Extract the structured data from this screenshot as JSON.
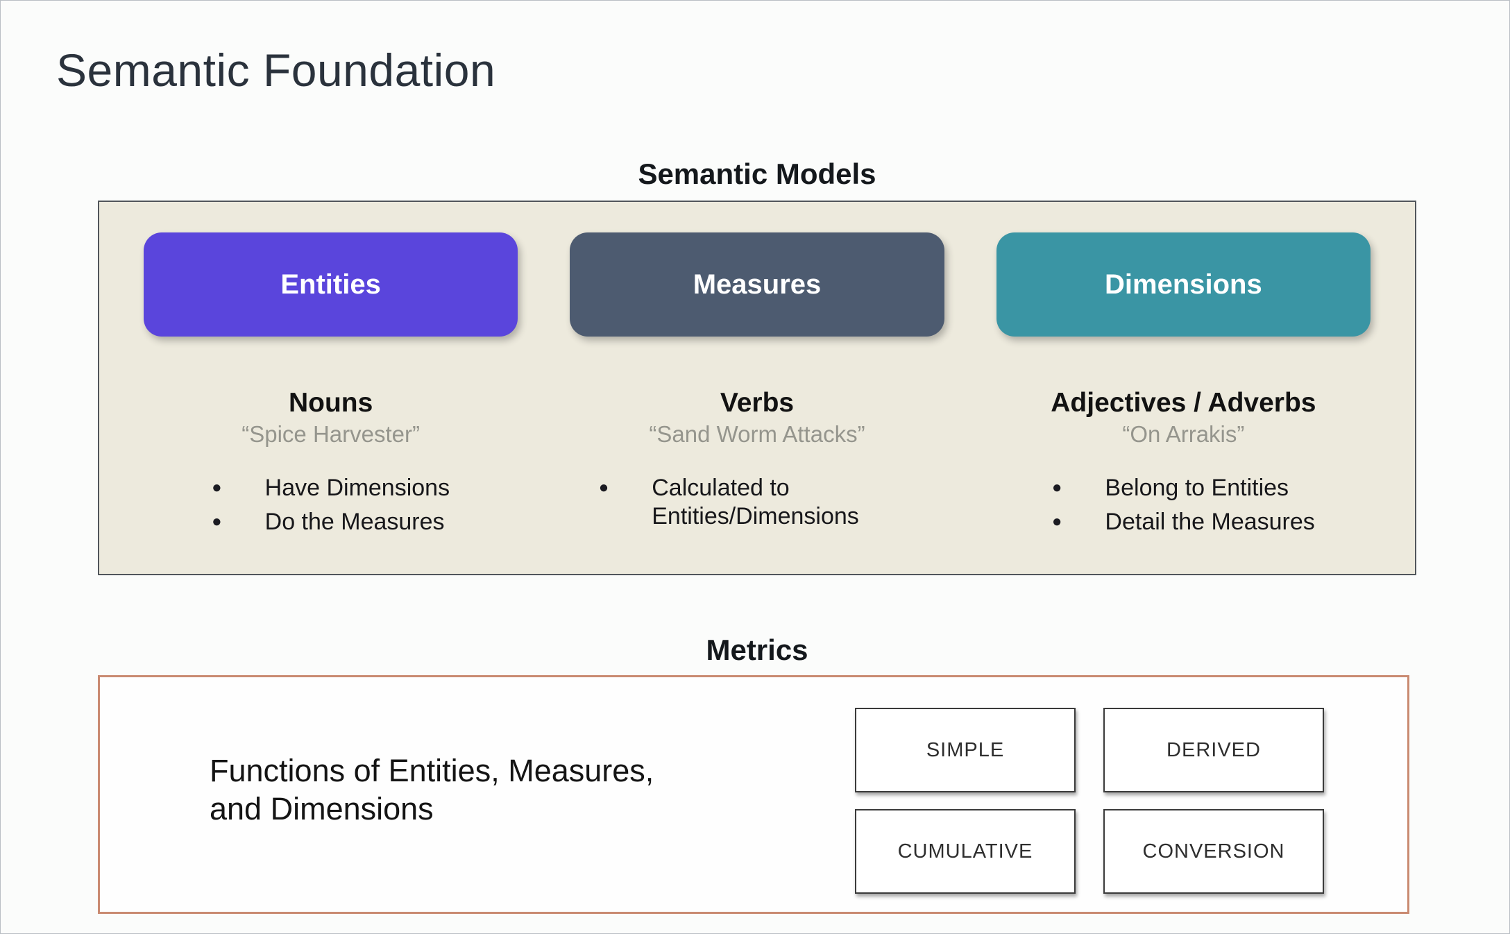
{
  "page": {
    "title": "Semantic Foundation"
  },
  "semantic_models": {
    "heading": "Semantic Models",
    "panel_bg": "#edeadd",
    "columns": [
      {
        "button": "Entities",
        "color": "#5a45dc",
        "role": "Nouns",
        "quote": "“Spice Harvester”",
        "bullets": [
          "Have Dimensions",
          "Do the Measures"
        ]
      },
      {
        "button": "Measures",
        "color": "#4d5b70",
        "role": "Verbs",
        "quote": "“Sand Worm Attacks”",
        "bullets": [
          "Calculated to Entities/Dimensions"
        ]
      },
      {
        "button": "Dimensions",
        "color": "#3a95a4",
        "role": "Adjectives / Adverbs",
        "quote": "“On Arrakis”",
        "bullets": [
          "Belong to Entities",
          "Detail the Measures"
        ]
      }
    ]
  },
  "metrics": {
    "heading": "Metrics",
    "border_color": "#c98a71",
    "description_line1": "Functions of Entities, Measures,",
    "description_line2": "and Dimensions",
    "chips": [
      "SIMPLE",
      "DERIVED",
      "CUMULATIVE",
      "CONVERSION"
    ]
  }
}
